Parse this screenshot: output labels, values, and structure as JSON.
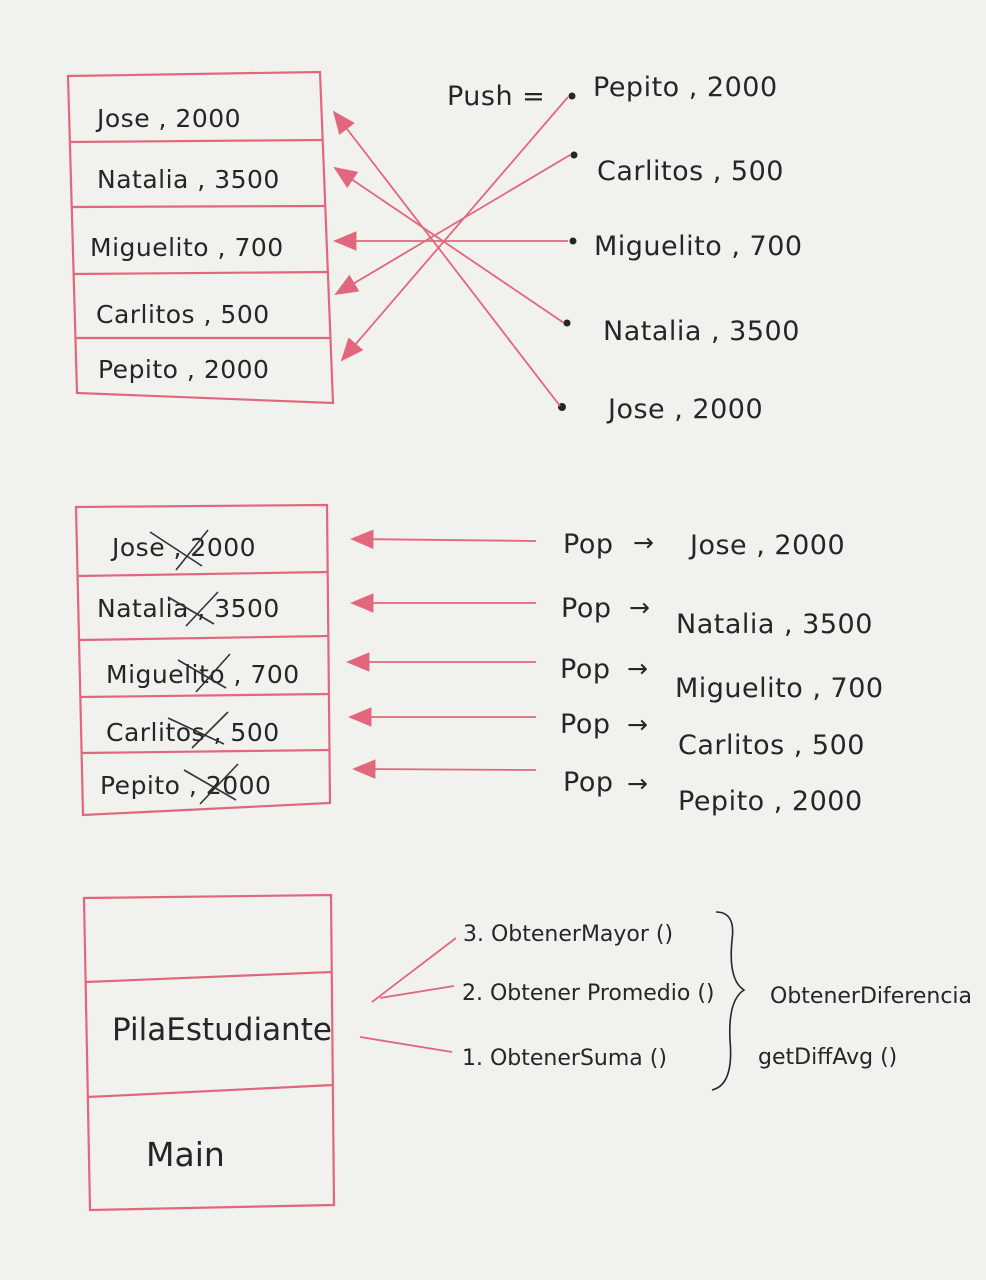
{
  "push_section": {
    "stack_cells": [
      "Jose , 2000",
      "Natalia , 3500",
      "Miguelito , 700",
      "Carlitos , 500",
      "Pepito , 2000"
    ],
    "label": "Push =",
    "items": [
      "Pepito , 2000",
      "Carlitos , 500",
      "Miguelito , 700",
      "Natalia , 3500",
      "Jose , 2000"
    ]
  },
  "pop_section": {
    "stack_cells": [
      "Jose , 2000",
      "Natalia , 3500",
      "Miguelito , 700",
      "Carlitos , 500",
      "Pepito , 2000"
    ],
    "ops": [
      {
        "label": "Pop",
        "arrow": "→",
        "value": "Jose , 2000"
      },
      {
        "label": "Pop",
        "arrow": "→",
        "value": "Natalia , 3500"
      },
      {
        "label": "Pop",
        "arrow": "→",
        "value": "Miguelito , 700"
      },
      {
        "label": "Pop",
        "arrow": "→",
        "value": "Carlitos , 500"
      },
      {
        "label": "Pop",
        "arrow": "→",
        "value": "Pepito , 2000"
      }
    ]
  },
  "call_stack": {
    "cells": [
      "",
      "PilaEstudiante",
      "Main"
    ],
    "methods": [
      "3. ObtenerMayor ()",
      "2. Obtener Promedio ()",
      "1. ObtenerSuma ()"
    ],
    "result_a": "ObtenerDiferencia",
    "result_b": "getDiffAvg ()"
  },
  "colors": {
    "ink": "#262626",
    "pen_red": "#e2677c",
    "paper": "#f1f1ee"
  }
}
